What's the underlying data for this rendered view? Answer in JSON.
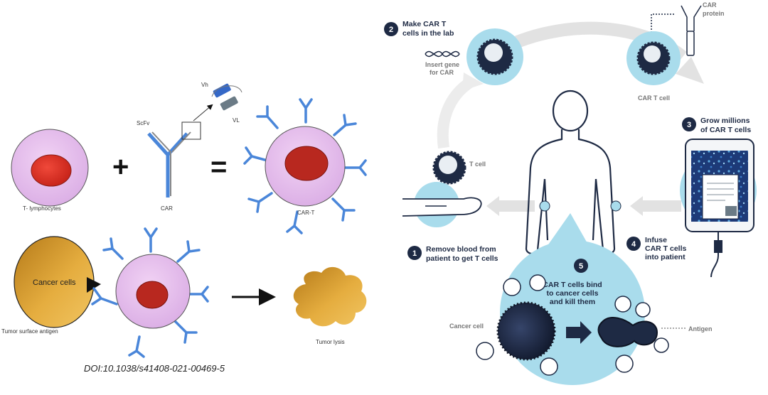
{
  "left": {
    "t_cell_label": "T- lymphocytes",
    "car_label": "CAR",
    "cart_label": "CAR-T",
    "scfv_label": "ScFv",
    "vh_label": "Vh",
    "vl_label": "VL",
    "plus": "+",
    "equals": "=",
    "cancer_cells": "Cancer cells",
    "tumor_antigen": "Tumor surface antigen",
    "tumor_lysis": "Tumor lysis",
    "doi": "DOI:10.1038/s41408-021-00469-5"
  },
  "right": {
    "car_protein_1": "CAR",
    "car_protein_2": "protein",
    "step2_num": "2",
    "step2_l1": "Make CAR T",
    "step2_l2": "cells in the lab",
    "insert_l1": "Insert gene",
    "insert_l2": "for CAR",
    "car_t_cell": "CAR T cell",
    "step3_num": "3",
    "step3_l1": "Grow millions",
    "step3_l2": "of CAR T cells",
    "t_cell": "T cell",
    "step1_num": "1",
    "step1_l1": "Remove blood from",
    "step1_l2": "patient to get T cells",
    "step4_num": "4",
    "step4_l1": "Infuse",
    "step4_l2": "CAR T cells",
    "step4_l3": "into patient",
    "step5_num": "5",
    "step5_l1": "CAR T cells bind",
    "step5_l2": "to cancer cells",
    "step5_l3": "and kill them",
    "cancer_cell": "Cancer cell",
    "antigen": "Antigen"
  },
  "colors": {
    "t_cell_fill": "#e9c3ef",
    "nucleus": "#e8352a",
    "nucleus_dark": "#b8281f",
    "receptor_blue": "#4a86d9",
    "cancer_gold": "#e2aa3c",
    "light_blue": "#a9dcec",
    "navy": "#1e2a44"
  }
}
